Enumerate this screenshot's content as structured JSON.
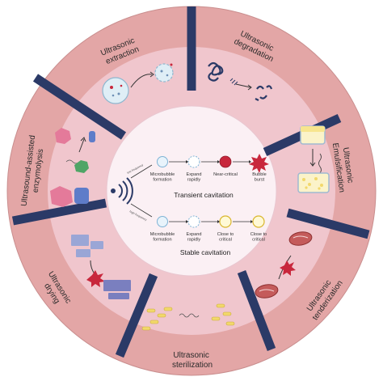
{
  "segments": {
    "extraction": [
      "Ultrasonic",
      "extraction"
    ],
    "degradation": [
      "Ultrasonic",
      "degradation"
    ],
    "emulsification": [
      "Ultrasonic",
      "Emulsification"
    ],
    "tenderization": [
      "Ultrasonic",
      "tenderization"
    ],
    "sterilization": [
      "Ultrasonic",
      "sterilization"
    ],
    "drying": [
      "Ultrasonic",
      "drying"
    ],
    "enzymolysis": [
      "Ultrasound-assisted",
      "enzymolysis"
    ]
  },
  "center": {
    "low_frequency": "low frequency",
    "high_frequency": "high frequency",
    "transient_title": "Transient cavitation",
    "stable_title": "Stable cavitation",
    "transient_steps": [
      [
        "Microbubble",
        "formation"
      ],
      [
        "Expand",
        "rapidly"
      ],
      [
        "Near-critical"
      ],
      [
        "Bubble",
        "burst"
      ]
    ],
    "stable_steps": [
      [
        "Microbubble",
        "formation"
      ],
      [
        "Expand",
        "rapidly"
      ],
      [
        "Close to",
        "critical"
      ],
      [
        "Close to",
        "critical"
      ]
    ]
  },
  "colors": {
    "outer_ring": "#e3a6a6",
    "inner_band": "#f0c6cd",
    "center_fill": "#fbf0f4",
    "divider": "#2b3a67",
    "burst": "#c8273c"
  }
}
